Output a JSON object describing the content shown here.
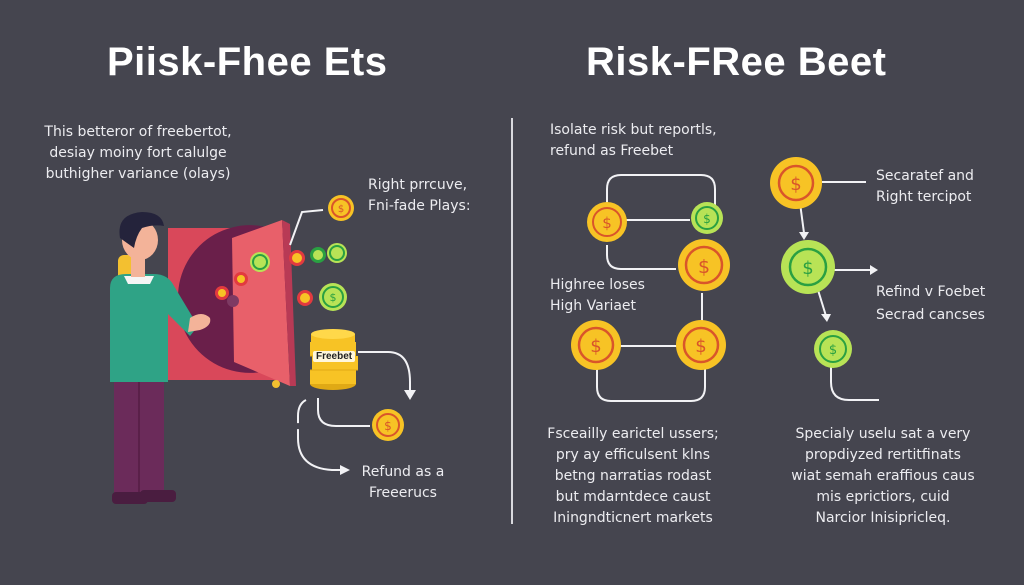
{
  "left_panel": {
    "title": "Piisk-Fhee Ets",
    "intro": [
      "This betteror of freebertot,",
      "desiay moiny fort calulge",
      "buthigher variance (olays)"
    ],
    "right_label": [
      "Right prrcuve,",
      "Fni-fade Plays:"
    ],
    "stack_label": "Freebet",
    "refund_label": [
      "Refund as a",
      "Freeerucs"
    ]
  },
  "right_panel": {
    "title": "Risk-FRee Beet",
    "isolate_label": [
      "Isolate risk but reportls,",
      "refund as  Freebet"
    ],
    "variance_label": [
      "Highree  loses",
      "High Variaet"
    ],
    "separate_label": [
      "Secaratef and",
      "Right tercipot"
    ],
    "refund_label": "Refind v Foebet",
    "second_label": "Secrad cancses",
    "bottom_left_text": [
      "Fsceailly earictel ussers;",
      "pry ay efficulsent klns",
      "betng narratias rodast",
      "but mdarntdece caust",
      "Iningndticnert markets"
    ],
    "bottom_right_text": [
      "Specialy uselu sat a very",
      "propdiyzed rertitfinats",
      "wiat semah eraffious caus",
      "mis eprictiors, cuid",
      "Narcior Inisipricleq."
    ]
  },
  "icons": {
    "coin_symbol": "$"
  },
  "colors": {
    "background": "#45454f",
    "coin_gold": "#f7c325",
    "coin_ring": "#d9552a",
    "coin_green": "#b8e356",
    "coin_green_ring": "#2aa042",
    "safe_red": "#d9485a",
    "safe_door": "#e8606a",
    "safe_inner": "#6a1f4a",
    "shirt": "#2fa386",
    "pants": "#6b2b5a",
    "hair": "#24233b",
    "line": "#f2f2f5"
  }
}
